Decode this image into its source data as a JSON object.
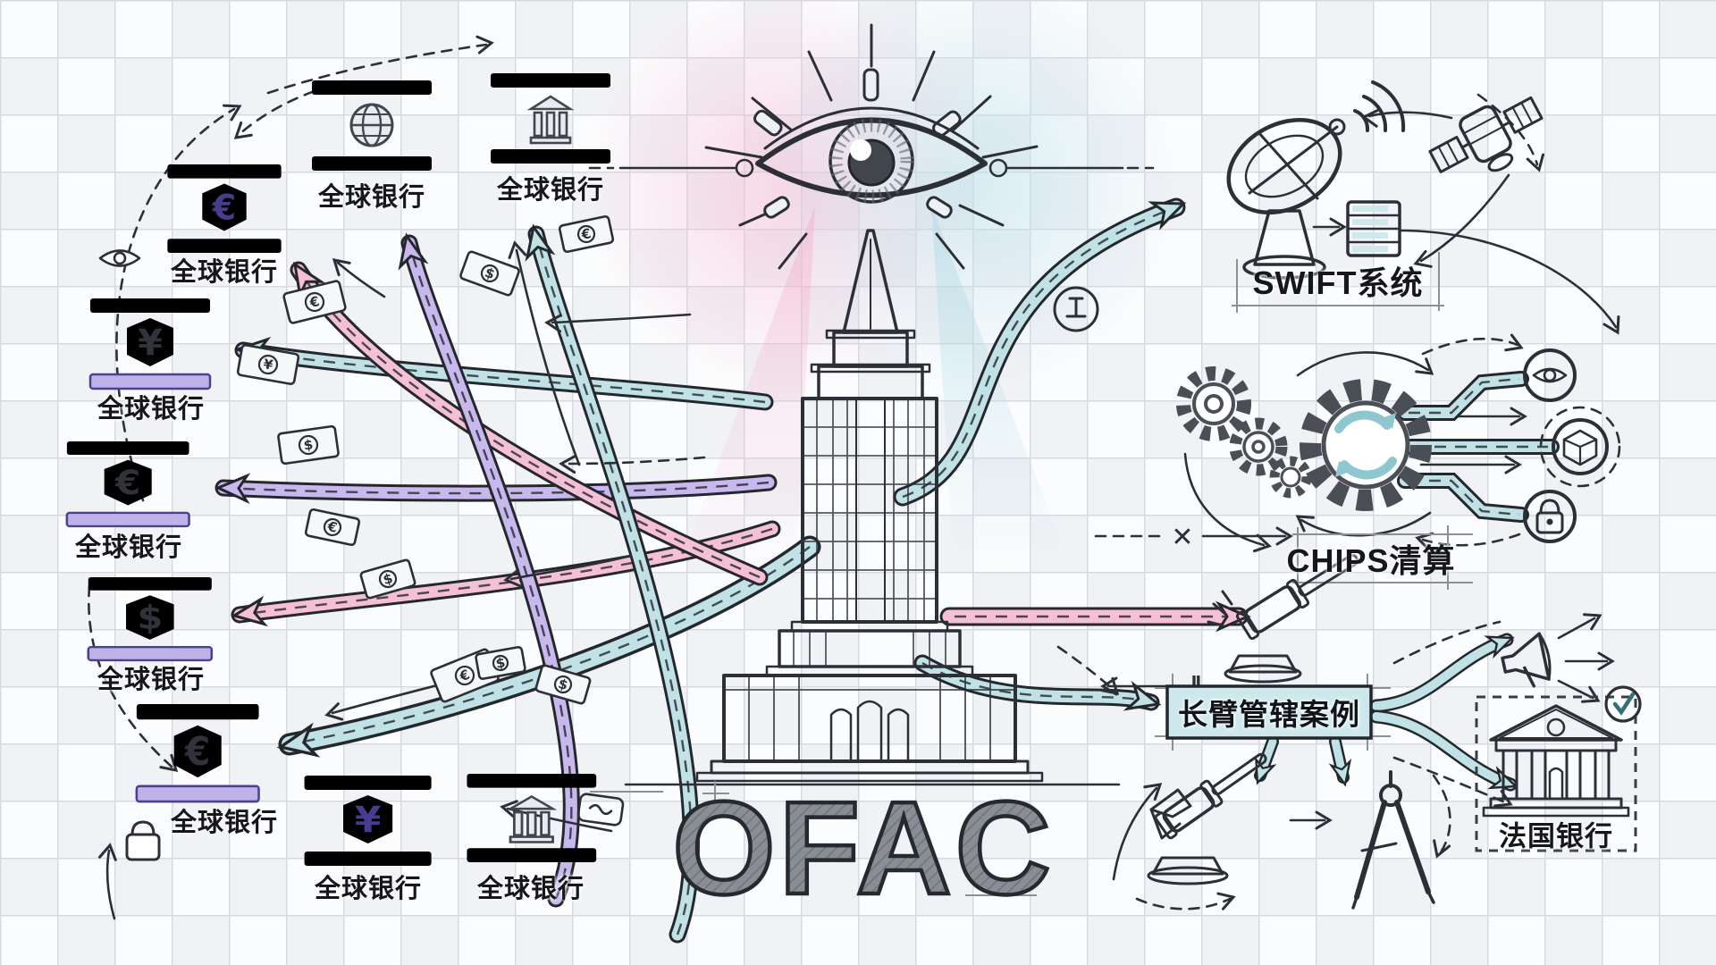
{
  "center": {
    "ofac_label": "OFAC"
  },
  "banks": [
    {
      "label": "全球银行",
      "icon": "globe"
    },
    {
      "label": "全球银行",
      "icon": "bank"
    },
    {
      "label": "全球银行",
      "icon": "€"
    },
    {
      "label": "全球银行",
      "icon": "¥"
    },
    {
      "label": "全球银行",
      "icon": "€"
    },
    {
      "label": "全球银行",
      "icon": "$"
    },
    {
      "label": "全球银行",
      "icon": "€"
    },
    {
      "label": "全球银行",
      "icon": "¥"
    },
    {
      "label": "全球银行",
      "icon": "bank"
    }
  ],
  "nodes": {
    "swift": {
      "label": "SWIFT系统"
    },
    "chips": {
      "label": "CHIPS清算"
    },
    "jurisdiction": {
      "label": "长臂管辖案例"
    },
    "french_bank": {
      "label": "法国银行"
    }
  },
  "annotations": {
    "blocked": "✕",
    "pause": "‖"
  },
  "colors": {
    "pink": "#f5c0d6",
    "purple": "#c9b8ee",
    "teal": "#c0e1e6",
    "ink": "#2c3036",
    "cage_purple": "#b7a9e6"
  }
}
